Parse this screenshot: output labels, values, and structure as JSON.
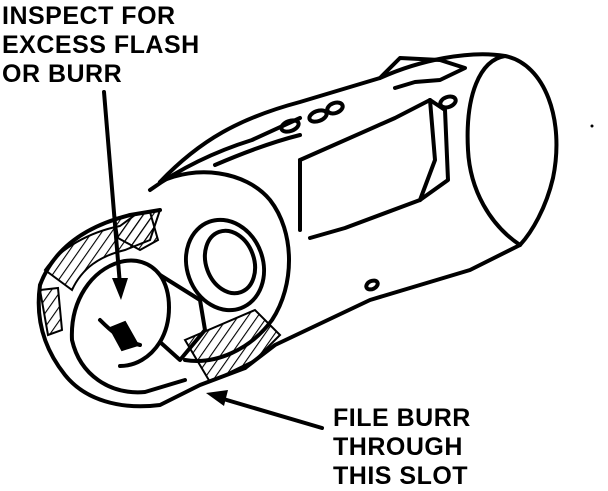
{
  "callouts": {
    "inspect": [
      "INSPECT FOR",
      "EXCESS FLASH",
      "OR BURR"
    ],
    "file_burr": [
      "FILE BURR",
      "THROUGH",
      "THIS SLOT"
    ]
  },
  "colors": {
    "ink": "#000000",
    "paper": "#ffffff"
  }
}
